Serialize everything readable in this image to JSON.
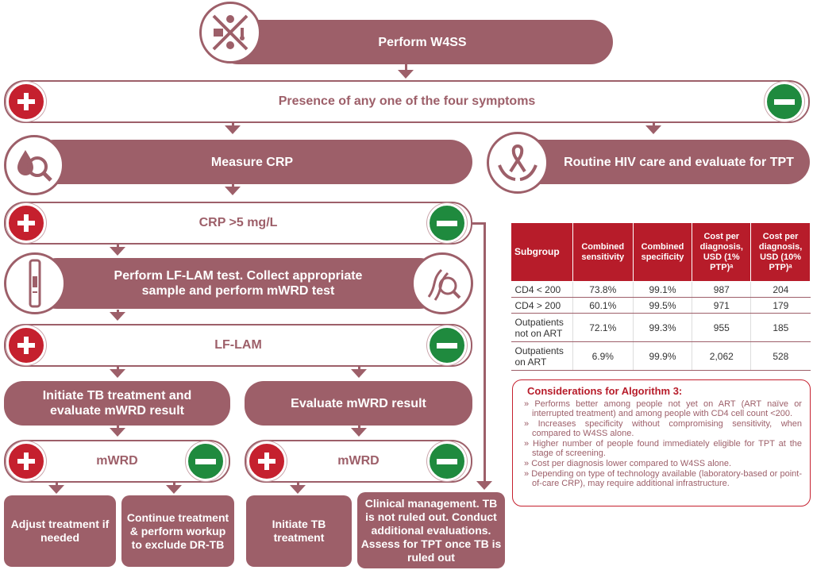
{
  "nodes": {
    "w4ss": "Perform W4SS",
    "symptoms": "Presence of any one of the four symptoms",
    "crp_measure": "Measure CRP",
    "routine_hiv": "Routine HIV care and evaluate for TPT",
    "crp_result": "CRP >5 mg/L",
    "lflam_test": "Perform LF-LAM test. Collect appropriate sample and perform mWRD test",
    "lflam": "LF-LAM",
    "initiate_tb_eval": "Initiate TB treatment and evaluate mWRD result",
    "evaluate_mwrd": "Evaluate mWRD result",
    "mwrd_left": "mWRD",
    "mwrd_right": "mWRD",
    "adjust": "Adjust treatment if needed",
    "continue": "Continue treatment & perform workup to exclude DR-TB",
    "initiate_tb": "Initiate TB treatment",
    "clinical": "Clinical management. TB is not ruled out. Conduct additional evaluations. Assess for TPT once TB is ruled out"
  },
  "icons": [
    "symptoms-icon",
    "crp-icon",
    "hiv-ribbon-icon",
    "lf-lam-strip-icon",
    "dna-icon",
    "plus-icon",
    "minus-icon"
  ],
  "colors": {
    "primary": "#9d5f69",
    "positive": "#c5202e",
    "negative": "#1f8a3e",
    "table_header": "#b71c2a"
  },
  "table": {
    "headers": [
      "Subgroup",
      "Combined sensitivity",
      "Combined specificity",
      "Cost per diagnosis, USD (1% PTP)ᵃ",
      "Cost per diagnosis, USD (10% PTP)ᵃ"
    ],
    "rows": [
      [
        "CD4 < 200",
        "73.8%",
        "99.1%",
        "987",
        "204"
      ],
      [
        "CD4 > 200",
        "60.1%",
        "99.5%",
        "971",
        "179"
      ],
      [
        "Outpatients not on ART",
        "72.1%",
        "99.3%",
        "955",
        "185"
      ],
      [
        "Outpatients on ART",
        "6.9%",
        "99.9%",
        "2,062",
        "528"
      ]
    ]
  },
  "considerations": {
    "title": "Considerations for Algorithm 3:",
    "items": [
      "Performs better among people not yet on ART (ART naïve or interrupted treatment) and among people with CD4 cell count <200.",
      "Increases specificity without compromising sensitivity, when compared to W4SS alone.",
      "Higher number of people found immediately eligible for TPT at the stage of screening.",
      "Cost per diagnosis lower compared to W4SS alone.",
      "Depending on type of technology available (laboratory-based or point-of-care CRP), may require additional infrastructure."
    ]
  }
}
